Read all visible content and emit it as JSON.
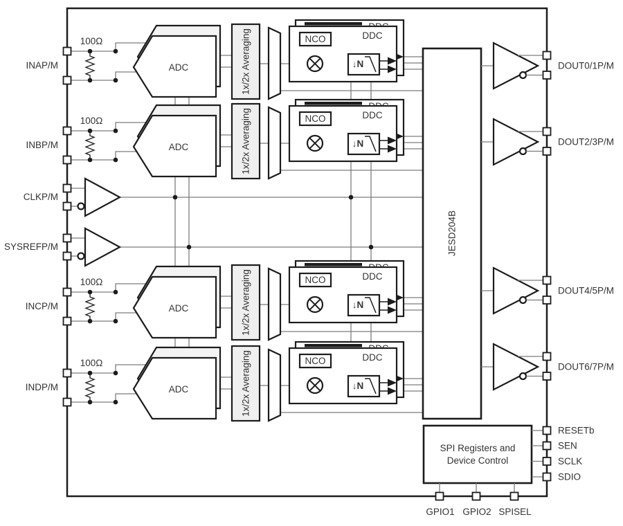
{
  "analog_channels": [
    {
      "pin_label": "INAP/M",
      "termination": "100Ω",
      "adc": "ADC",
      "averaging": "1x/2x Averaging",
      "ddc": "DDC",
      "nco": "NCO",
      "decimation": "↓N"
    },
    {
      "pin_label": "INBP/M",
      "termination": "100Ω",
      "adc": "ADC",
      "averaging": "1x/2x Averaging",
      "ddc": "DDC",
      "nco": "NCO",
      "decimation": "↓N"
    },
    {
      "pin_label": "INCP/M",
      "termination": "100Ω",
      "adc": "ADC",
      "averaging": "1x/2x Averaging",
      "ddc": "DDC",
      "nco": "NCO",
      "decimation": "↓N"
    },
    {
      "pin_label": "INDP/M",
      "termination": "100Ω",
      "adc": "ADC",
      "averaging": "1x/2x Averaging",
      "ddc": "DDC",
      "nco": "NCO",
      "decimation": "↓N"
    }
  ],
  "clock_inputs": [
    {
      "label": "CLKP/M"
    },
    {
      "label": "SYSREFP/M"
    }
  ],
  "serializer_label": "JESD204B",
  "data_output_pins": [
    {
      "label": "DOUT0/1P/M"
    },
    {
      "label": "DOUT2/3P/M"
    },
    {
      "label": "DOUT4/5P/M"
    },
    {
      "label": "DOUT6/7P/M"
    }
  ],
  "control_block": {
    "line1": "SPI Registers and",
    "line2": "Device Control"
  },
  "control_pins": [
    {
      "label": "RESETb"
    },
    {
      "label": "SEN"
    },
    {
      "label": "SCLK"
    },
    {
      "label": "SDIO"
    }
  ],
  "bottom_pins": [
    {
      "label": "GPIO1"
    },
    {
      "label": "GPIO2"
    },
    {
      "label": "SPISEL"
    }
  ],
  "colors": {
    "outline": "#1c1c1c",
    "wire": "#7c7c7c",
    "light_fill": "#efefef",
    "text": "#333333",
    "background": "#ffffff"
  }
}
